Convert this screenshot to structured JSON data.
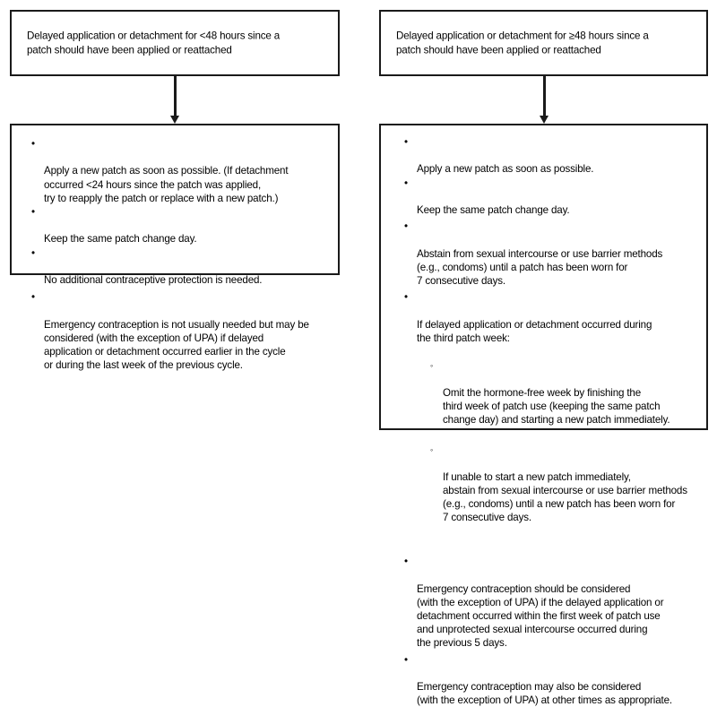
{
  "figure": {
    "type": "flowchart",
    "branches": [
      {
        "id": "lt48",
        "header": "Delayed application or detachment for <48 hours since a\npatch should have been applied or reattached",
        "connector": "down-arrow",
        "actions": [
          {
            "bullet": "•",
            "text": "Apply a new patch as soon as possible. (If detachment\noccurred <24 hours since the patch was applied,\ntry to reapply the patch or replace with a new patch.)"
          },
          {
            "bullet": "•",
            "text": "Keep the same patch change day."
          },
          {
            "bullet": "•",
            "text": "No additional contraceptive protection is needed."
          },
          {
            "bullet": "•",
            "text": "Emergency contraception is not usually needed but may be\nconsidered (with the exception of UPA) if delayed\napplication or detachment occurred earlier in the cycle\nor during the last week of the previous cycle."
          }
        ]
      },
      {
        "id": "gte48",
        "header": "Delayed application or detachment for ≥48 hours since a\npatch should have been applied or reattached",
        "connector": "down-arrow",
        "actions": [
          {
            "bullet": "•",
            "text": "Apply a new patch as soon as possible."
          },
          {
            "bullet": "•",
            "text": "Keep the same patch change day."
          },
          {
            "bullet": "•",
            "text": "Abstain from sexual intercourse or use barrier methods\n(e.g., condoms) until a patch has been worn for\n7 consecutive days."
          },
          {
            "bullet": "•",
            "text": "If delayed application or detachment occurred during\nthe third patch week:",
            "subitems": [
              {
                "bullet": "◦",
                "text": "Omit the hormone-free week by finishing the\nthird week of patch use (keeping the same patch\nchange day) and starting a new patch immediately."
              },
              {
                "bullet": "◦",
                "text": "If unable to start a new patch immediately,\nabstain from sexual intercourse or use barrier methods\n(e.g., condoms) until a new patch has been worn for\n7 consecutive days."
              }
            ]
          },
          {
            "bullet": "•",
            "text": "Emergency contraception should be considered\n(with the exception of UPA) if the delayed application or\ndetachment occurred within the first week of patch use\nand unprotected sexual intercourse occurred during\nthe previous 5 days."
          },
          {
            "bullet": "•",
            "text": "Emergency contraception may also be considered\n(with the exception of UPA) at other times as appropriate."
          }
        ]
      }
    ]
  },
  "colors": {
    "border": "#1a1a1a",
    "text": "#000000",
    "background": "#ffffff"
  }
}
